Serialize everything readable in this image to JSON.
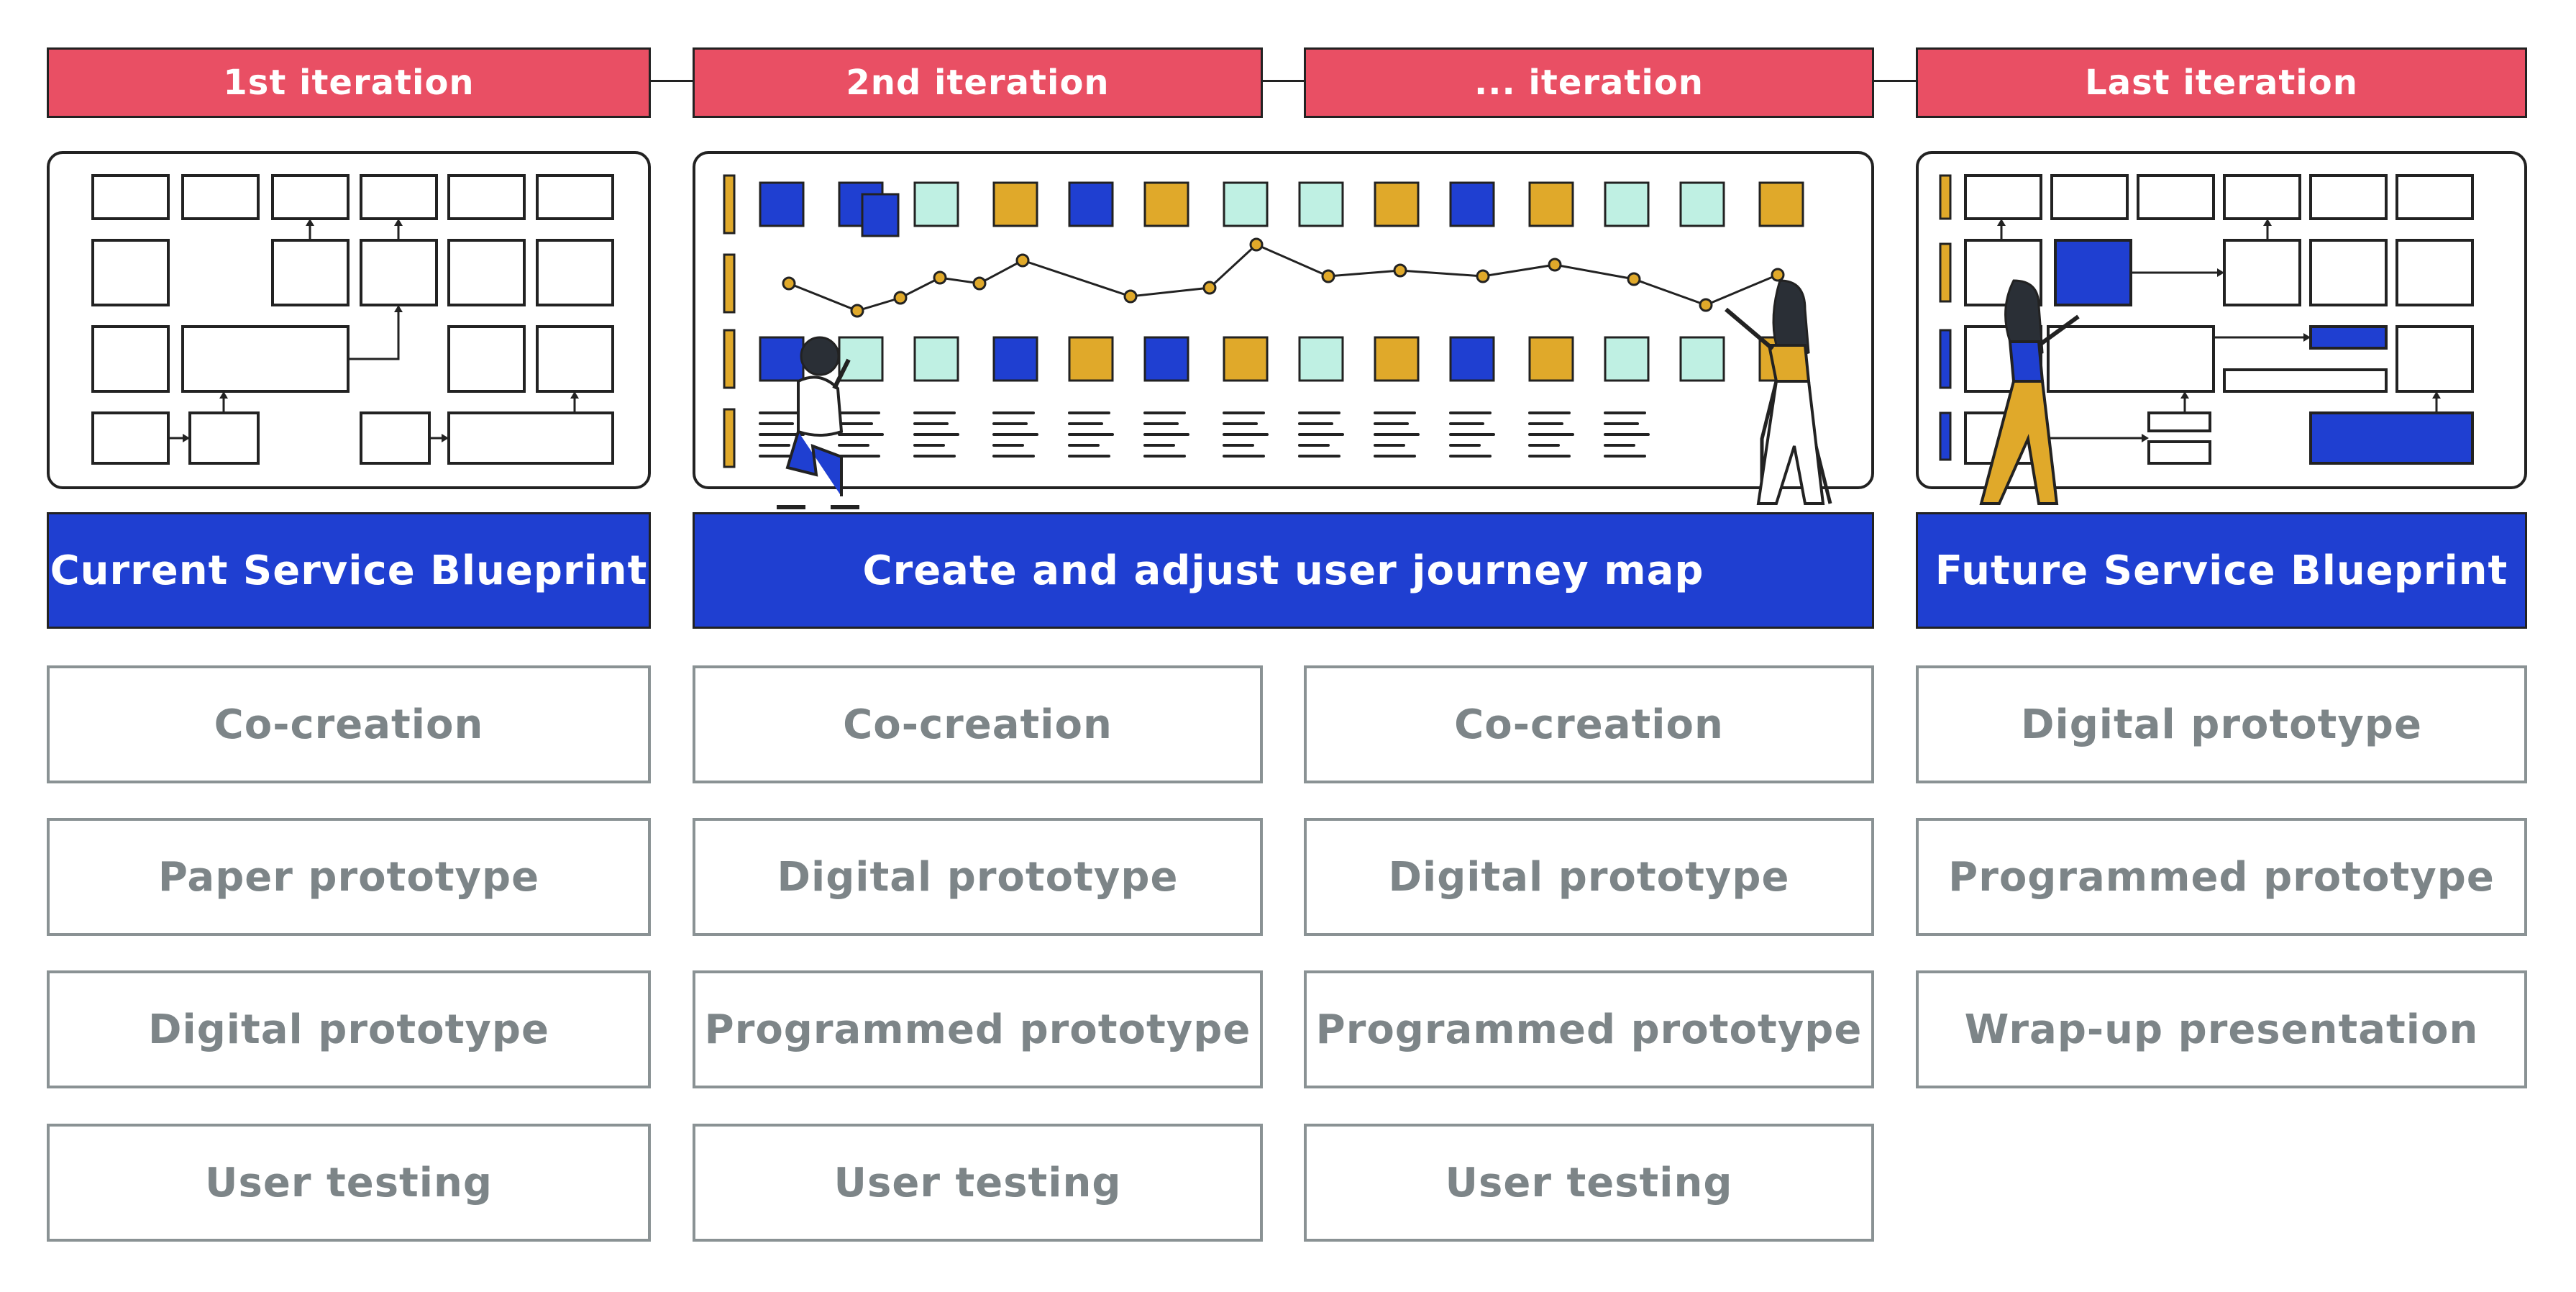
{
  "iterations": [
    "1st iteration",
    "2nd iteration",
    "... iteration",
    "Last iteration"
  ],
  "phases": [
    "Current Service Blueprint",
    "Create and adjust user journey map",
    "Future Service Blueprint"
  ],
  "columns": [
    {
      "activities": [
        "Co-creation",
        "Paper prototype",
        "Digital prototype",
        "User testing"
      ]
    },
    {
      "activities": [
        "Co-creation",
        "Digital prototype",
        "Programmed prototype",
        "User testing"
      ]
    },
    {
      "activities": [
        "Co-creation",
        "Digital prototype",
        "Programmed prototype",
        "User testing"
      ]
    },
    {
      "activities": [
        "Digital prototype",
        "Programmed prototype",
        "Wrap-up presentation"
      ]
    }
  ],
  "colors": {
    "iteration": "#e94f64",
    "phase": "#1f3fd1",
    "note_blue": "#1f3fd1",
    "note_mint": "#bff0e3",
    "note_gold": "#e0a92a",
    "activity_text": "#7d8588"
  },
  "icons": [
    "blueprint-grid",
    "journey-map",
    "sticky-note",
    "person-crouching",
    "person-standing",
    "person-holding-box"
  ]
}
